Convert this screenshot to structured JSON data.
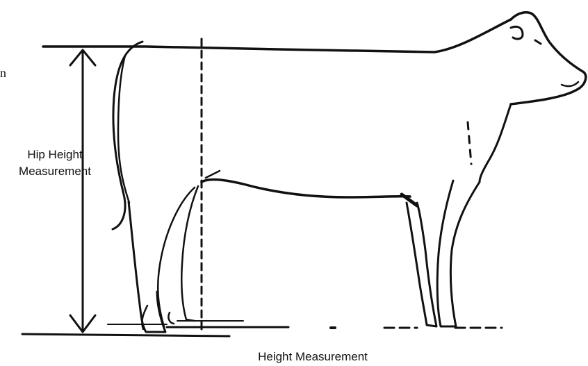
{
  "labels": {
    "hip_height_line1": "Hip Height",
    "hip_height_line2": "Measurement",
    "height_measurement": "Height Measurement",
    "stray_glyph": "n"
  },
  "colors": {
    "ink": "#111111",
    "background": "#ffffff"
  }
}
